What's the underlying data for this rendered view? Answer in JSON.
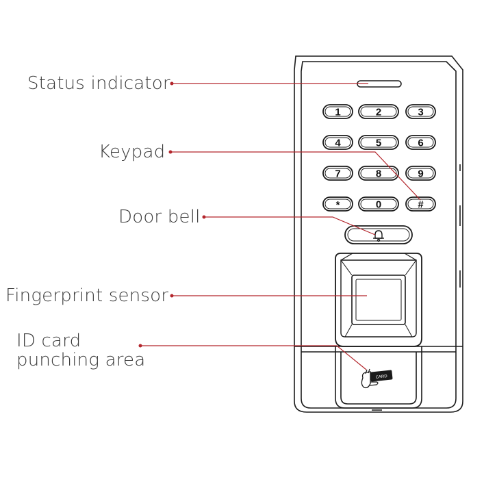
{
  "labels": {
    "status_indicator": "Status indicator",
    "keypad": "Keypad",
    "door_bell": "Door bell",
    "fingerprint_sensor": "Fingerprint sensor",
    "id_card_line1": "ID card",
    "id_card_line2": "punching area"
  },
  "keys": [
    "1",
    "2",
    "3",
    "4",
    "5",
    "6",
    "7",
    "8",
    "9",
    "*",
    "0",
    "#"
  ],
  "card_text": "CARD",
  "colors": {
    "leader": "#b3262c",
    "outline": "#1a1a1a",
    "label_text": "#3a3a3a"
  }
}
